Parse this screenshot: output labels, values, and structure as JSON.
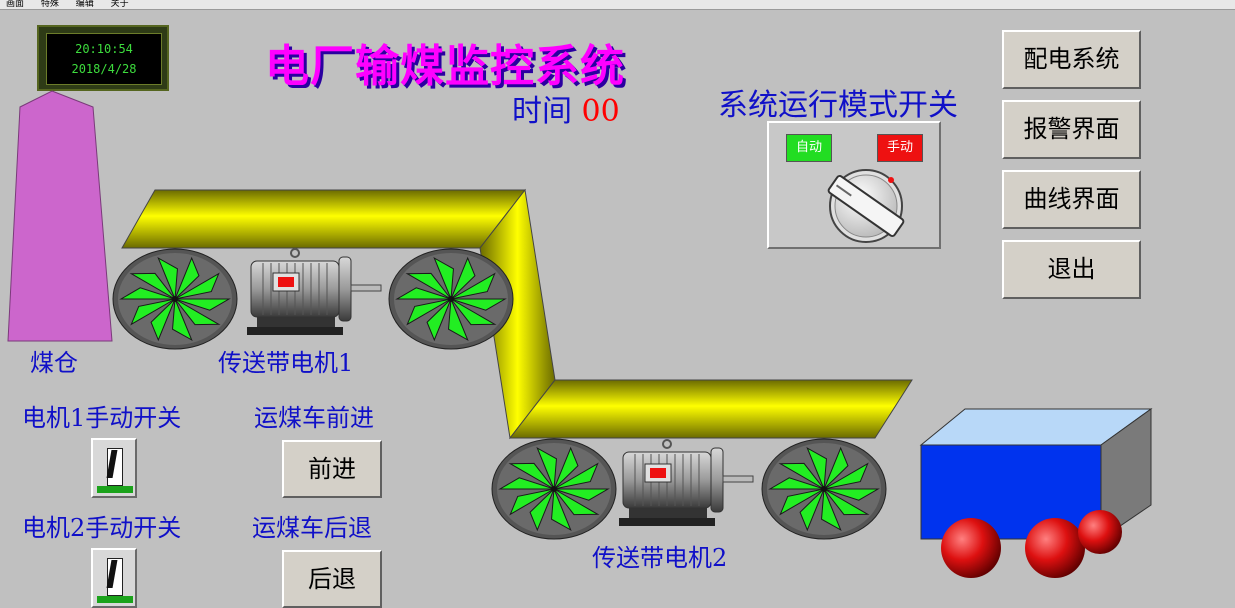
{
  "menubar": {
    "items": [
      "画面",
      "特殊",
      "编辑",
      "关于"
    ]
  },
  "clock": {
    "time": "20:10:54",
    "date": "2018/4/28"
  },
  "title": "电厂输煤监控系统",
  "time_display": {
    "label": "时间",
    "value": "00"
  },
  "mode_switch": {
    "label": "系统运行模式开关",
    "auto_label": "自动",
    "manual_label": "手动",
    "auto_color": "#22dd22",
    "manual_color": "#ee1111"
  },
  "nav_buttons": {
    "power": "配电系统",
    "alarm": "报警界面",
    "curve": "曲线界面",
    "exit": "退出"
  },
  "labels": {
    "coal_bunker": "煤仓",
    "motor1": "传送带电机1",
    "motor2": "传送带电机2",
    "motor1_switch": "电机1手动开关",
    "motor2_switch": "电机2手动开关",
    "cart_forward": "运煤车前进",
    "cart_backward": "运煤车后退"
  },
  "buttons": {
    "forward": "前进",
    "backward": "后退"
  },
  "colors": {
    "conveyor": "#e8e800",
    "silo": "#cc66cc",
    "cart_body": "#0033ee",
    "cart_wheel": "#dd1010",
    "roller_blade": "#22ee22",
    "text_blue": "#1010c8",
    "title": "#ff00ff"
  },
  "icons": {
    "roller": "roller-wheel-icon",
    "motor": "electric-motor-icon",
    "silo": "coal-silo-icon",
    "cart": "coal-cart-icon",
    "knob": "rotary-knob-icon"
  }
}
